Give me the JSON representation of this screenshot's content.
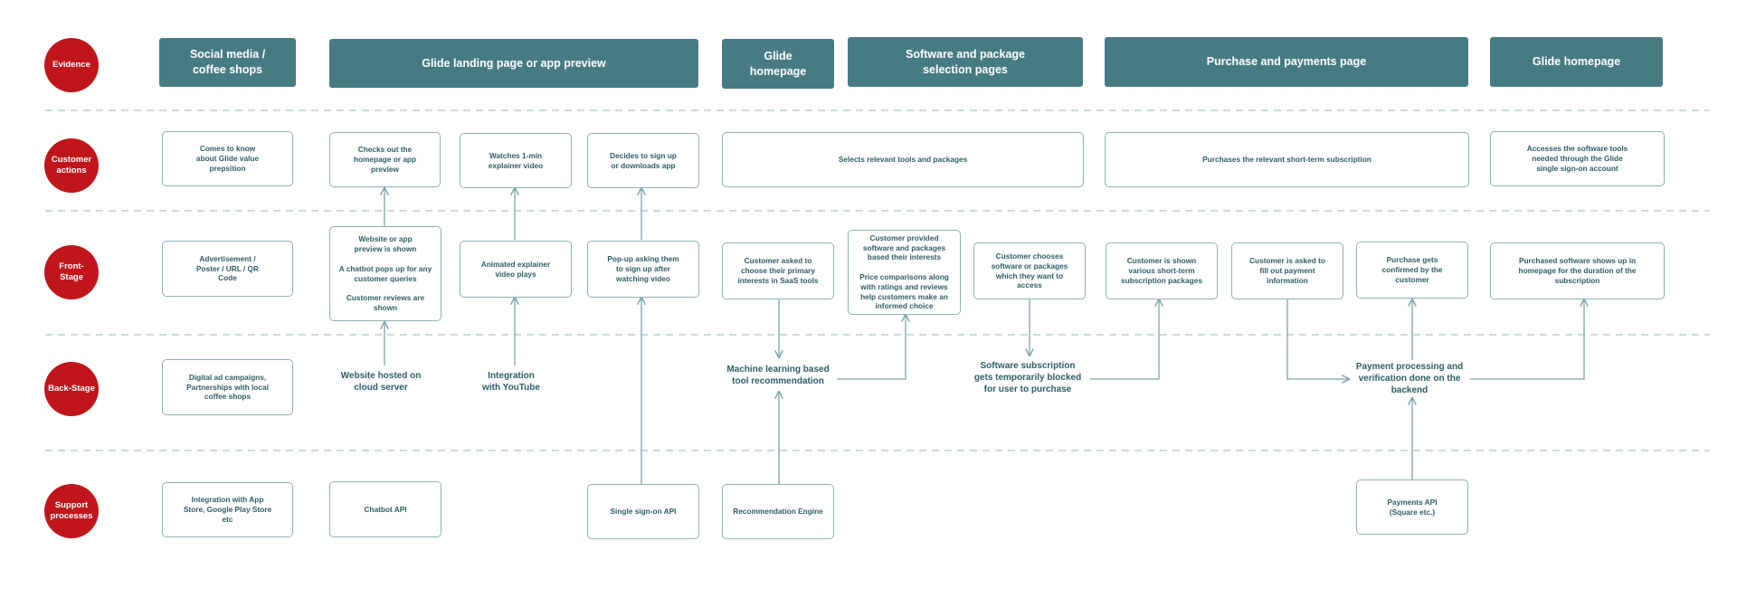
{
  "lanes": [
    {
      "label": "Evidence"
    },
    {
      "label": "Customer\nactions"
    },
    {
      "label": "Front-Stage"
    },
    {
      "label": "Back-Stage"
    },
    {
      "label": "Support\nprocesses"
    }
  ],
  "evidence": [
    {
      "label": "Social media /\ncoffee shops"
    },
    {
      "label": "Glide landing page or app preview"
    },
    {
      "label": "Glide\nhomepage"
    },
    {
      "label": "Software and package\nselection pages"
    },
    {
      "label": "Purchase and payments page"
    },
    {
      "label": "Glide homepage"
    }
  ],
  "customer_actions": [
    {
      "label": "Comes to know\nabout Glide value\nprepsition"
    },
    {
      "label": "Checks out the\nhomepage or app\npreview"
    },
    {
      "label": "Watches 1-min\nexplainer video"
    },
    {
      "label": "Decides to sign up\nor downloads app"
    },
    {
      "label": "Selects relevant tools and packages"
    },
    {
      "label": "Purchases the relevant short-term subscription"
    },
    {
      "label": "Accesses the software tools\nneeded through the Glide\nsingle sign-on account"
    }
  ],
  "front_stage": [
    {
      "label": "Advertisement /\nPoster / URL / QR\nCode"
    },
    {
      "label": "Website or app\npreview is shown\n\nA chatbot pops up for any\ncustomer queries\n\nCustomer reviews are\nshown"
    },
    {
      "label": "Animated explainer\nvideo plays"
    },
    {
      "label": "Pop-up asking them\nto sign up after\nwatching video"
    },
    {
      "label": "Customer asked to\nchoose their primary\ninterests in SaaS tools"
    },
    {
      "label": "Customer provided\nsoftware and packages\nbased their interests\n\nPrice comparisons along\nwith ratings and reviews\nhelp customers make an\ninformed choice"
    },
    {
      "label": "Customer chooses\nsoftware or packages\nwhich they want to\naccess"
    },
    {
      "label": "Customer is shown\nvarious short-term\nsubscription packages"
    },
    {
      "label": "Customer is asked to\nfill out payment\ninformation"
    },
    {
      "label": "Purchase gets\nconfirmed by the\ncustomer"
    },
    {
      "label": "Purchased software shows up in\nhomepage for the duration of the\nsubscription"
    }
  ],
  "back_stage": [
    {
      "label": "Digital ad campaigns,\nPartnerships with local\ncoffee shops"
    },
    {
      "label": "Website hosted on\ncloud server"
    },
    {
      "label": "Integration\nwith YouTube"
    },
    {
      "label": "Machine learning based\ntool recommendation"
    },
    {
      "label": "Software subscription\ngets temporarily blocked\nfor user to purchase"
    },
    {
      "label": "Payment processing and\nverification done on the\nbackend"
    }
  ],
  "support": [
    {
      "label": "Integration with App\nStore, Google Play Store\netc"
    },
    {
      "label": "Chatbot API"
    },
    {
      "label": "Single sign-on API"
    },
    {
      "label": "Recommendation Engine"
    },
    {
      "label": "Payments API\n(Square etc.)"
    }
  ],
  "colors": {
    "lane": "#c0161b",
    "evidence": "#477b83",
    "border": "#8fb1b7",
    "text": "#2f5d66",
    "divider": "#a9c6ca"
  }
}
